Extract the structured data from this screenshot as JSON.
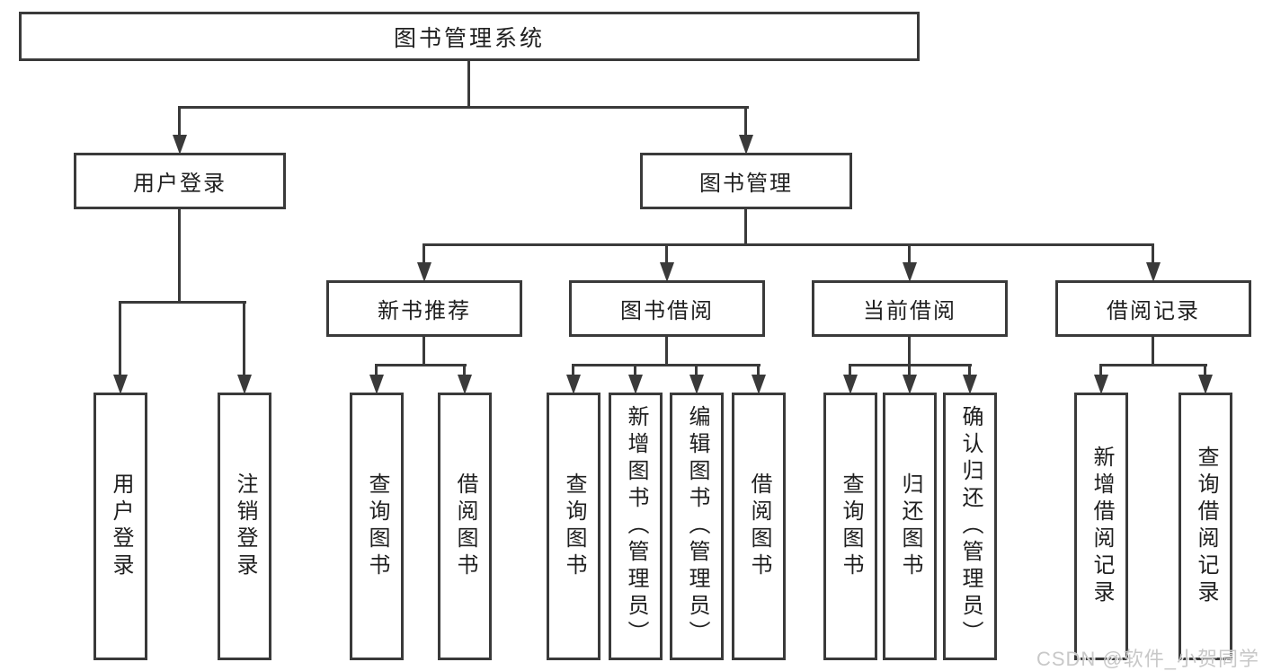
{
  "title": "图书管理系统",
  "level2": {
    "user_login": "用户登录",
    "book_management": "图书管理"
  },
  "level3": {
    "new_book_recommend": "新书推荐",
    "book_borrow": "图书借阅",
    "current_borrow": "当前借阅",
    "borrow_record": "借阅记录"
  },
  "leaves": {
    "user_login": {
      "login": "用户登录",
      "logout": "注销登录"
    },
    "new_book_recommend": {
      "query": "查询图书",
      "borrow": "借阅图书"
    },
    "book_borrow": {
      "query": "查询图书",
      "add": "新增图书（管理员）",
      "edit": "编辑图书（管理员）",
      "borrow": "借阅图书"
    },
    "current_borrow": {
      "query": "查询图书",
      "return": "归还图书",
      "confirm_return": "确认归还（管理员）"
    },
    "borrow_record": {
      "add": "新增借阅记录",
      "query": "查询借阅记录"
    }
  },
  "watermark": "CSDN @软件_小贺同学",
  "colors": {
    "line": "#3a3a3a",
    "text": "#1f1f1f",
    "watermark_text": "#c8c8c8",
    "background": "#ffffff"
  }
}
